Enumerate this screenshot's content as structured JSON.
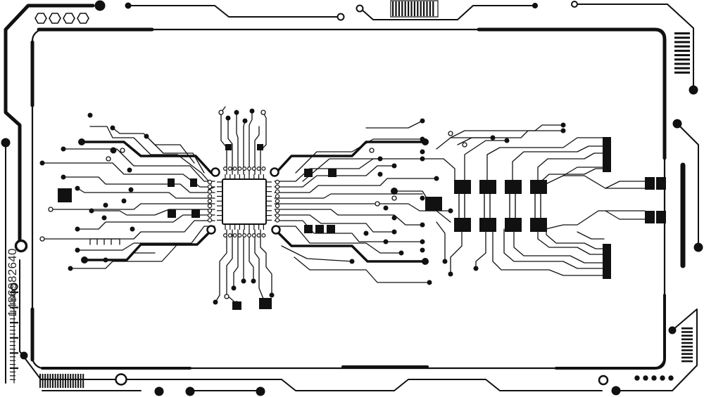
{
  "image": {
    "stock_id": "1486982640",
    "background": "#ffffff",
    "ink": "#111111"
  },
  "hud_frame": {
    "header_hexagons": 4,
    "barcode_top_bars": 14,
    "barcode_right_bars": 10,
    "barcode_bottom_left_bars": 18,
    "barcode_bottom_right_bars": 10,
    "dot_row_bottom_right": 5,
    "left_ruler_ticks": 24
  },
  "circuit": {
    "main_chip": "microchip-icon",
    "chip_pins_per_side": 9,
    "small_pad_row": 3,
    "resistor_pairs": 4,
    "right_connectors": 4
  }
}
